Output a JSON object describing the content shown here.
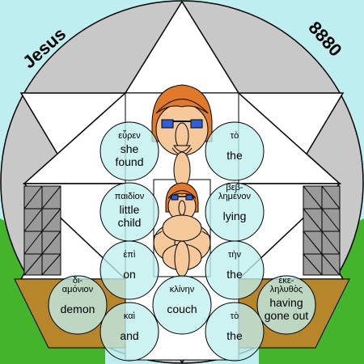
{
  "header": {
    "left_label": "Jesus",
    "right_label": "8880"
  },
  "colors": {
    "sky": "#bfeef0",
    "grass": "#44b52a",
    "disc": "#c8c8c8",
    "star": "#ffffff",
    "star_edge": "#000000",
    "bubble": "#bfeeee",
    "ground": "#b8862a",
    "hair": "#e07a2a",
    "skin": "#f6c99a",
    "eyes": "#2f5fd6"
  },
  "words": [
    {
      "greek": "εὗρεν",
      "english": [
        "she",
        "found"
      ]
    },
    {
      "greek": "τὸ",
      "english": [
        "the"
      ]
    },
    {
      "greek": "παιδίον",
      "english": [
        "little",
        "child"
      ]
    },
    {
      "greek": "βεβ-\nλημένον",
      "english": [
        "lying"
      ]
    },
    {
      "greek": "ἐπὶ",
      "english": [
        "on"
      ]
    },
    {
      "greek": "τὴν",
      "english": [
        "the"
      ]
    },
    {
      "greek": "δι-\nαμόνιον",
      "english": [
        "demon"
      ]
    },
    {
      "greek": "κλίνην",
      "english": [
        "couch"
      ]
    },
    {
      "greek": "ἐκε-\nληλυθὸς",
      "english": [
        "having",
        "gone out"
      ]
    },
    {
      "greek": "καὶ",
      "english": [
        "and"
      ]
    },
    {
      "greek": "τὸ",
      "english": [
        "the"
      ]
    }
  ],
  "icons": {
    "figure": "child-figure-icon",
    "star": "hexagram-icon"
  }
}
